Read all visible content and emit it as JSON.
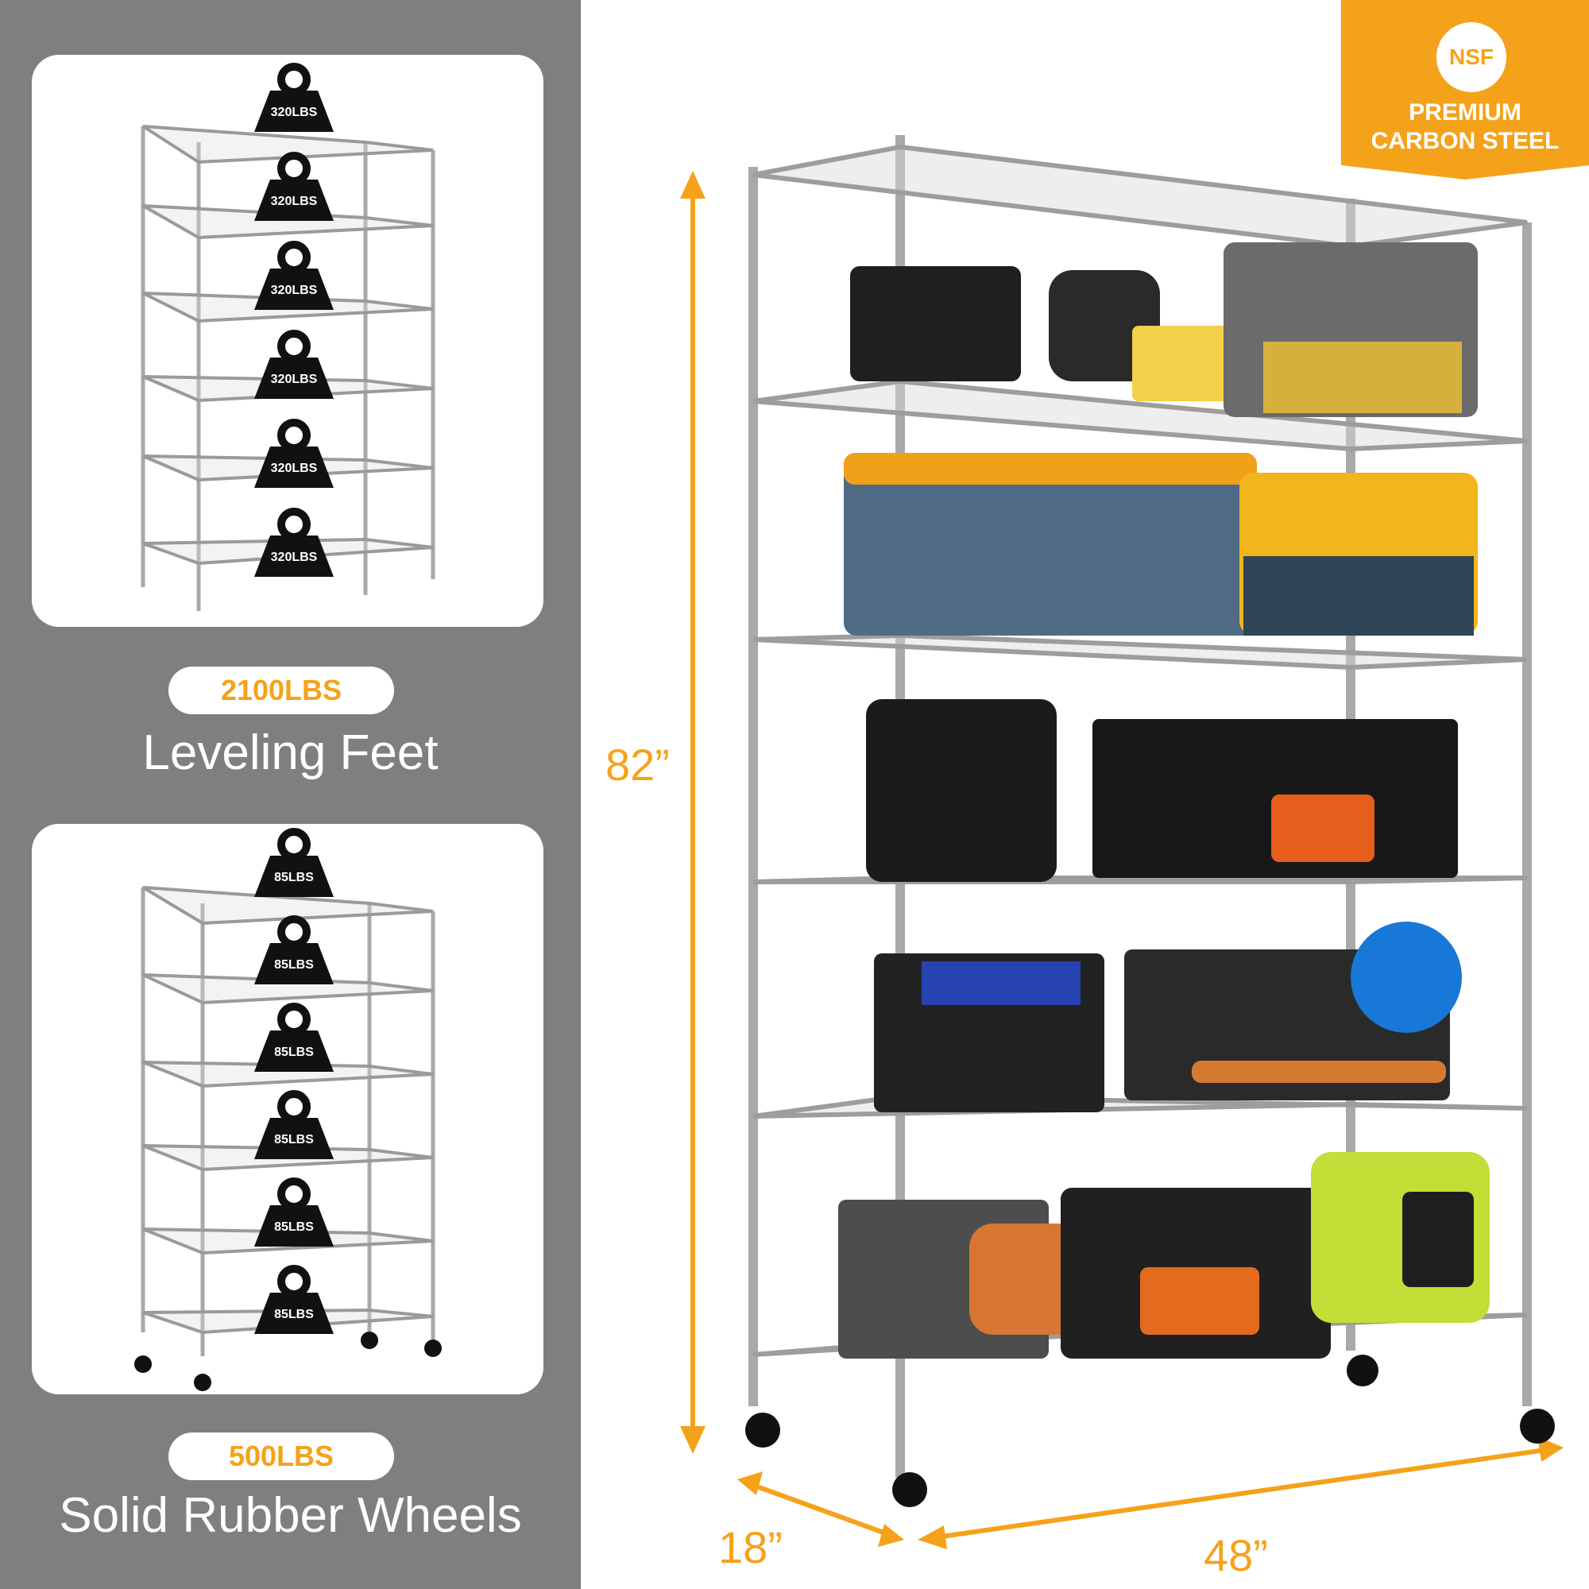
{
  "badge": {
    "circle": "NSF",
    "line1": "PREMIUM",
    "line2": "CARBON STEEL"
  },
  "options": [
    {
      "capacity": "2100LBS",
      "label": "Leveling Feet",
      "shelf_weights": [
        "320LBS",
        "320LBS",
        "320LBS",
        "320LBS",
        "320LBS",
        "320LBS"
      ]
    },
    {
      "capacity": "500LBS",
      "label": "Solid Rubber Wheels",
      "shelf_weights": [
        "85LBS",
        "85LBS",
        "85LBS",
        "85LBS",
        "85LBS",
        "85LBS"
      ]
    }
  ],
  "dimensions": {
    "height": "82”",
    "depth": "18”",
    "width": "48”"
  },
  "colors": {
    "accent": "#f5a21b",
    "panel": "#7f7f7f",
    "chrome": "#b8b8b8"
  }
}
